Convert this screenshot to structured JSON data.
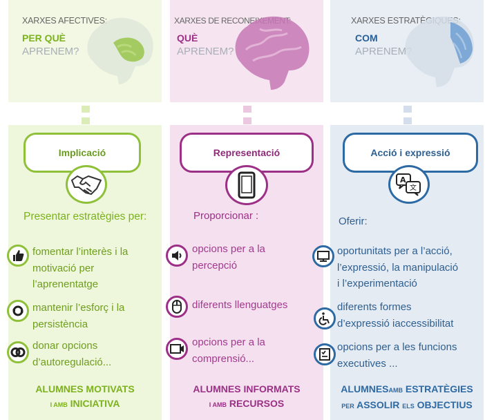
{
  "columns": [
    {
      "id": "afectives",
      "network": "XARXES AFECTIVES:",
      "question_1": "PER QUÈ",
      "question_2": "APRENEM?",
      "title": "Implicació",
      "intro": "Presentar estratègies per:",
      "items": [
        {
          "icon": "thumbs-up-icon",
          "lines": [
            "fomentar l’interès i la",
            "motivació per",
            "l’aprenentatge"
          ]
        },
        {
          "icon": "refresh-icon",
          "lines": [
            "mantenir l’esforç i la",
            "persistència"
          ]
        },
        {
          "icon": "linked-rings-icon",
          "lines": [
            "donar opcions",
            "d’autoregulació..."
          ]
        }
      ],
      "footer_line1": "ALUMNES MOTIVATS",
      "footer_small": "I AMB",
      "footer_line2": "INICIATIVA"
    },
    {
      "id": "reconeixement",
      "network": "XARXES DE RECONEIXEMENT:",
      "question_1": "QUÈ",
      "question_2": "APRENEM?",
      "title": "Representació",
      "intro": "Proporcionar :",
      "items": [
        {
          "icon": "speaker-icon",
          "lines": [
            "opcions per a la",
            "percepció"
          ]
        },
        {
          "icon": "mouse-icon",
          "lines": [
            "diferents llenguatges"
          ]
        },
        {
          "icon": "film-icon",
          "lines": [
            "opcions per a la",
            "comprensió..."
          ]
        }
      ],
      "footer_line1": "ALUMNES INFORMATS",
      "footer_small": "I AMB",
      "footer_line2": "RECURSOS"
    },
    {
      "id": "estrategiques",
      "network": "XARXES ESTRATÈGIQUES:",
      "question_1": "COM",
      "question_2": "APRENEM?",
      "title": "Acció i expressió",
      "intro": "Oferir:",
      "items": [
        {
          "icon": "monitor-icon",
          "lines": [
            "oportunitats per a l’acció,",
            "l’expressió, la manipulació",
            "i l’experimentació"
          ]
        },
        {
          "icon": "wheelchair-icon",
          "lines": [
            "diferents formes",
            "d’expressió iaccessibilitat"
          ]
        },
        {
          "icon": "checklist-icon",
          "lines": [
            "opcions per a les funcions",
            "executives ..."
          ]
        }
      ],
      "footer_a": "ALUMNES",
      "footer_a_small": "AMB",
      "footer_b": "ESTRATÈGIES",
      "footer_c_small": "PER",
      "footer_c": "ASSOLIR",
      "footer_d_small": "ELS",
      "footer_d": "OBJECTIUS"
    }
  ],
  "colors": {
    "green": "#8fc03a",
    "purple": "#9c2f86",
    "blue": "#2d6aa3"
  },
  "icons": {
    "main": [
      "handshake-icon",
      "tablet-icon",
      "translate-chat-icon"
    ]
  }
}
